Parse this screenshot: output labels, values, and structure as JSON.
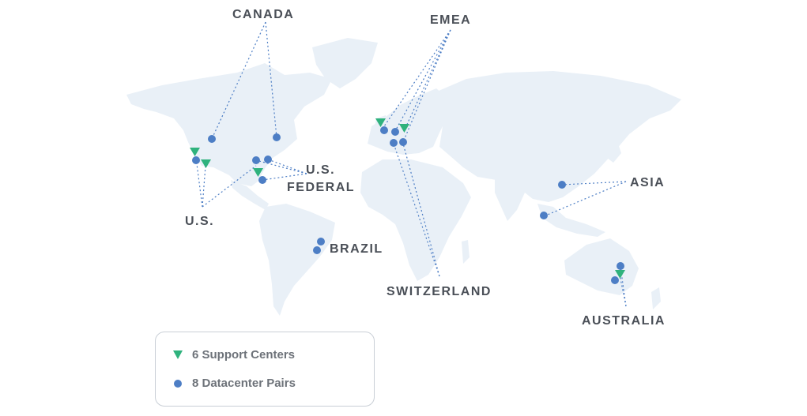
{
  "colors": {
    "land": "#e9f0f7",
    "leader_line": "#4d7ec5",
    "datacenter": "#4d7ec5",
    "support_center": "#2fb27d",
    "label_text": "#4a4f57",
    "legend_text": "#6d7279",
    "legend_border": "#c9cfd6"
  },
  "regions": {
    "canada": "CANADA",
    "emea": "EMEA",
    "us_federal_line1": "U.S.",
    "us_federal_line2": "FEDERAL",
    "us": "U.S.",
    "brazil": "BRAZIL",
    "asia": "ASIA",
    "switzerland": "SWITZERLAND",
    "australia": "AUSTRALIA"
  },
  "legend": {
    "support_centers": "6 Support Centers",
    "datacenter_pairs": "8 Datacenter Pairs",
    "support_icon": "green-triangle-marker",
    "datacenter_icon": "blue-dot-marker"
  }
}
